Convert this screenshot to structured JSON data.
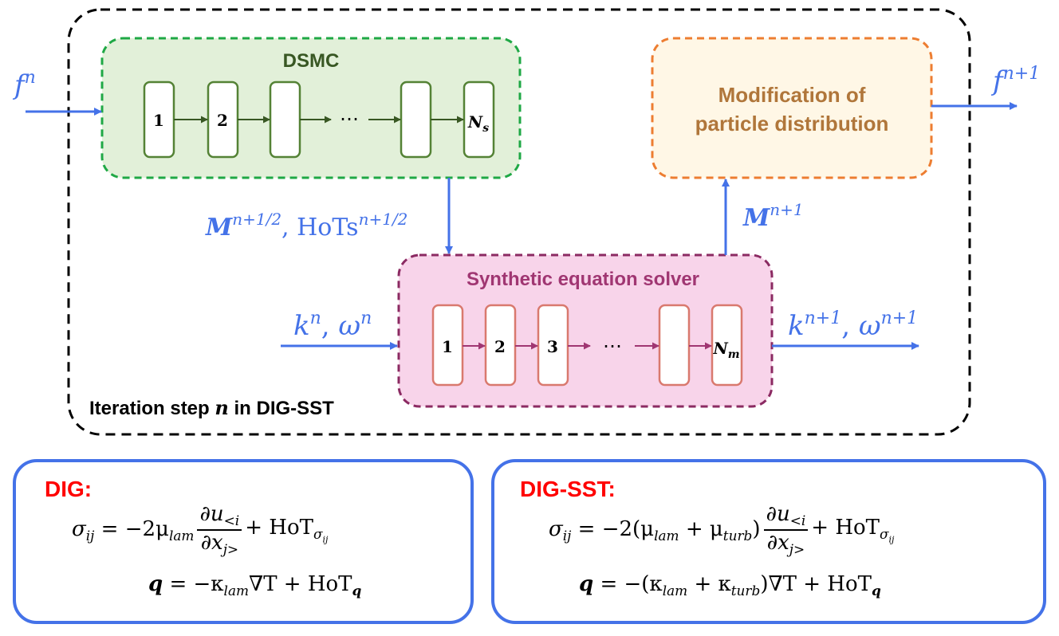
{
  "colors": {
    "arrow_blue": "#4472e8",
    "dsmc_fill": "#e2f0d9",
    "dsmc_border": "#1fa845",
    "dsmc_title": "#385723",
    "dsmc_box": "#548235",
    "mod_fill": "#fff7e6",
    "mod_border": "#ed7d31",
    "mod_title": "#b0763a",
    "syn_fill": "#f8d4ea",
    "syn_border": "#8b2a62",
    "syn_title": "#a03672",
    "syn_box": "#d9796e",
    "syn_arrow": "#a03672",
    "panel_border": "#4472e8",
    "panel_title": "#ff0000"
  },
  "diagram": {
    "outer_label": "Iteration step",
    "outer_label_var": "n",
    "outer_label_tail": "in DIG-SST",
    "input_f": "f",
    "input_f_sup": "n",
    "output_f": "f",
    "output_f_sup": "n+1",
    "dsmc": {
      "title": "DSMC",
      "boxes": [
        "1",
        "2",
        "",
        "",
        "N"
      ],
      "last_sub": "s",
      "ellipsis": "⋯"
    },
    "modification": {
      "title_line1": "Modification of",
      "title_line2": "particle distribution"
    },
    "synthetic": {
      "title": "Synthetic equation solver",
      "boxes": [
        "1",
        "2",
        "3",
        "",
        "N"
      ],
      "last_sub": "m",
      "ellipsis": "⋯"
    },
    "moment_half": "M",
    "moment_half_sup": "n+1/2",
    "hots_half": "HoTs",
    "hots_half_sup": "n+1/2",
    "moment_next": "M",
    "moment_next_sup": "n+1",
    "k_in": "k",
    "k_in_sup": "n",
    "w_in": "ω",
    "w_in_sup": "n",
    "k_out": "k",
    "k_out_sup": "n+1",
    "w_out": "ω",
    "w_out_sup": "n+1"
  },
  "panels": {
    "dig": {
      "title": "DIG:",
      "sigma": "σ",
      "sigma_sub": "ij",
      "coef": "−2μ",
      "coef_sub": "lam",
      "du": "∂u",
      "du_sub": "<i",
      "dx": "∂x",
      "dx_sub": "j>",
      "plus_hot": "+ HoT",
      "hot_sub_sigma": "σ",
      "hot_sub_sigma_sub": "ij",
      "q": "q",
      "q_rhs": "= −κ",
      "kappa_sub": "lam",
      "grad": "∇T + HoT",
      "hot_q_sub": "q"
    },
    "digsst": {
      "title": "DIG-SST:",
      "sigma": "σ",
      "sigma_sub": "ij",
      "coef_a": "= −2(μ",
      "coef_a_sub": "lam",
      "coef_b": "+ μ",
      "coef_b_sub": "turb",
      "close": ")",
      "du": "∂u",
      "du_sub": "<i",
      "dx": "∂x",
      "dx_sub": "j>",
      "plus_hot": "+ HoT",
      "hot_sub_sigma": "σ",
      "hot_sub_sigma_sub": "ij",
      "q": "q",
      "q_a": "= −(κ",
      "q_a_sub": "lam",
      "q_b": "+ κ",
      "q_b_sub": "turb",
      "grad": ")∇T + HoT",
      "hot_q_sub": "q"
    }
  }
}
